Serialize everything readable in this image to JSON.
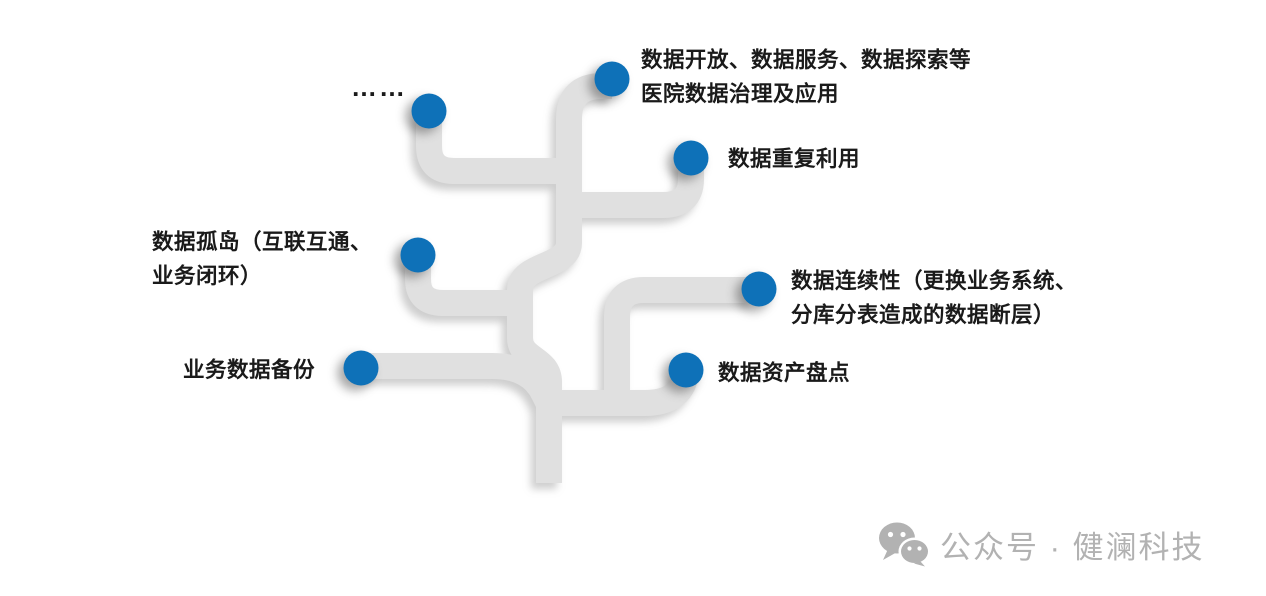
{
  "diagram": {
    "title_semantic": "hospital-data-problems-tree",
    "colors": {
      "node_blue": "#0E71B8",
      "branch_gray": "#E0E0E0",
      "text": "#1A1A1A",
      "watermark_gray": "#B2B2B2"
    },
    "labels": {
      "open_service": {
        "line1": "数据开放、数据服务、数据探索等",
        "line2": "医院数据治理及应用"
      },
      "ellipsis": "……",
      "reuse": "数据重复利用",
      "island": {
        "line1": "数据孤岛（互联互通、",
        "line2": "业务闭环）"
      },
      "backup": "业务数据备份",
      "continuity": {
        "line1": "数据连续性（更换业务系统、",
        "line2": "分库分表造成的数据断层）"
      },
      "inventory": "数据资产盘点"
    }
  },
  "watermark": {
    "icon": "wechat-icon",
    "text": "公众号 · 健澜科技"
  }
}
